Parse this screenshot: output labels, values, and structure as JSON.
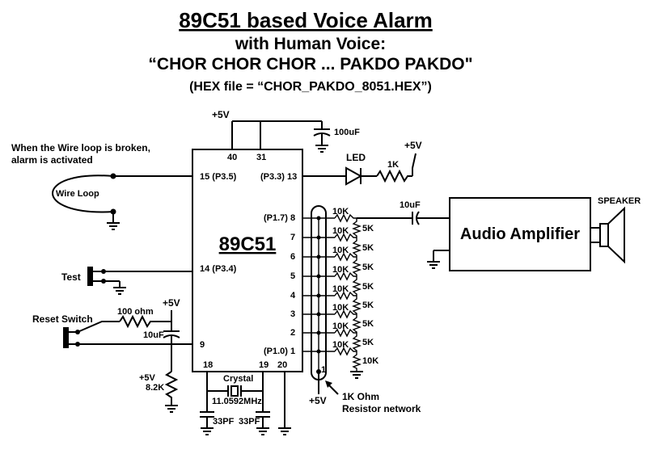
{
  "title": {
    "line1": "89C51 based Voice Alarm",
    "line2": "with Human Voice:",
    "line3": "“CHOR CHOR CHOR ... PAKDO PAKDO\"",
    "line4": "(HEX file = “CHOR_PAKDO_8051.HEX”)"
  },
  "chip": {
    "name": "89C51",
    "pin40": "40",
    "pin31": "31",
    "pin15": "15 (P3.5)",
    "pin13": "(P3.3) 13",
    "pin14": "14 (P3.4)",
    "pin9": "9",
    "pin18": "18",
    "pin19": "19",
    "pin20": "20",
    "p17": "(P1.7) 8",
    "p10": "(P1.0)",
    "port_pins": [
      "7",
      "6",
      "5",
      "4",
      "3",
      "2",
      "1"
    ]
  },
  "labels": {
    "vcc_top": "+5V",
    "cap_top": "100uF",
    "wire_note_1": "When the Wire loop is broken,",
    "wire_note_2": "alarm is activated",
    "wire_loop": "Wire Loop",
    "led": "LED",
    "led_res": "1K",
    "vcc_led": "+5V",
    "test": "Test",
    "reset_switch": "Reset Switch",
    "reset_res": "100 ohm",
    "reset_vcc": "+5V",
    "reset_cap": "10uF",
    "pulldown_vcc": "+5V",
    "pulldown_res": "8.2K",
    "crystal": "Crystal",
    "crystal_freq": "11.0592MHz",
    "cap_33a": "33PF",
    "cap_33b": "33PF",
    "out_cap": "10uF",
    "amplifier": "Audio Amplifier",
    "speaker": "SPEAKER",
    "network_vcc": "+5V",
    "network_pin": "1",
    "network_label_1": "1K Ohm",
    "network_label_2": "Resistor network",
    "r10k": [
      "10K",
      "10K",
      "10K",
      "10K",
      "10K",
      "10K",
      "10K",
      "10K"
    ],
    "r5k": [
      "5K",
      "5K",
      "5K",
      "5K",
      "5K",
      "5K",
      "5K"
    ],
    "r10k_bottom": "10K"
  }
}
